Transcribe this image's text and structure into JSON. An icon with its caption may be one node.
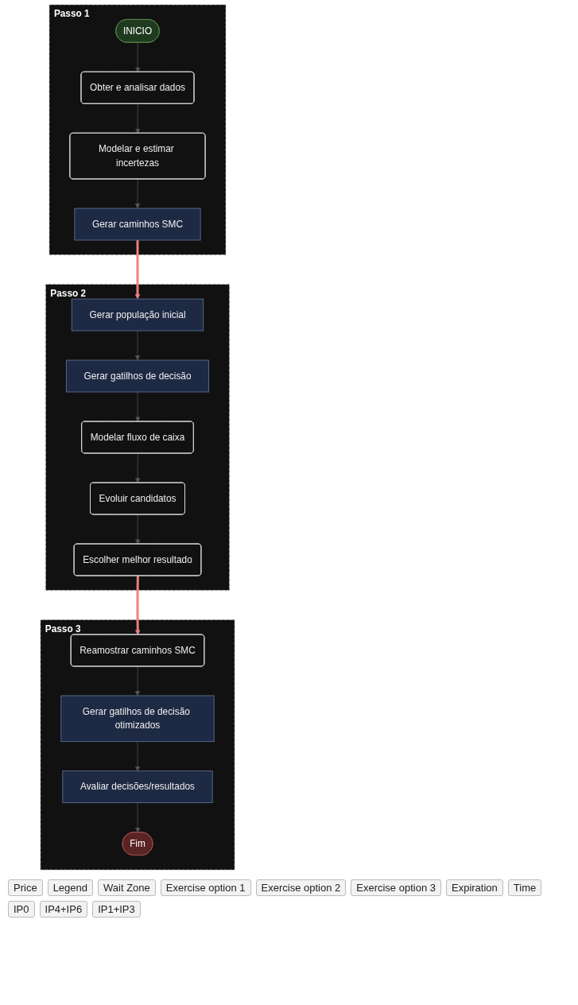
{
  "diagram": {
    "nodes": [
      {
        "text": [
          "Passo 1"
        ]
      },
      {
        "text": [
          "INICIO"
        ],
        "in": 0
      },
      {
        "text": [
          "Obter e analisar dados"
        ],
        "in": 0
      },
      {
        "text": [
          "Modelar e estimar incertezas"
        ],
        "in": 0
      },
      {
        "text": [
          "Gerar caminhos SMC"
        ],
        "in": 0
      },
      {
        "text": [
          "Passo 2"
        ]
      },
      {
        "text": [
          "Gerar população inicial"
        ],
        "in": 5
      },
      {
        "text": [
          "Gerar gatilhos de decisão"
        ],
        "in": 5
      },
      {
        "text": [
          "Modelar fluxo de caixa"
        ],
        "in": 5
      },
      {
        "text": [
          "Evoluir candidatos"
        ],
        "in": 5
      },
      {
        "text": [
          "Escolher melhor resultado"
        ],
        "in": 5
      },
      {
        "text": [
          "Passo 3"
        ]
      },
      {
        "text": [
          "Reamostrar caminhos SMC"
        ],
        "in": 11
      },
      {
        "text": [
          "Gerar gatilhos de decisão otimizados"
        ],
        "in": 11
      },
      {
        "text": [
          "Avaliar decisões/resultados"
        ],
        "in": 11
      },
      {
        "text": [
          "Fim"
        ],
        "in": 11
      }
    ],
    "edges": [
      {
        "from": 1,
        "to": 2,
        "arrow": "to"
      },
      {
        "from": 2,
        "to": 3,
        "arrow": "to"
      },
      {
        "from": 3,
        "to": 4,
        "arrow": "to"
      },
      {
        "from": 4,
        "to": 6,
        "arrow": "to",
        "style": "thick",
        "color": "#f08080"
      },
      {
        "from": 6,
        "to": 7,
        "arrow": "to"
      },
      {
        "from": 7,
        "to": 8,
        "arrow": "to"
      },
      {
        "from": 8,
        "to": 9,
        "arrow": "to"
      },
      {
        "from": 9,
        "to": 10,
        "arrow": "to"
      },
      {
        "from": 10,
        "to": 12,
        "arrow": "to",
        "style": "thick",
        "color": "#f08080"
      },
      {
        "from": 12,
        "to": 13,
        "arrow": "to"
      },
      {
        "from": 13,
        "to": 14,
        "arrow": "to"
      },
      {
        "from": 14,
        "to": 15,
        "arrow": "to"
      }
    ],
    "labels": [
      "Price",
      "Legend",
      "Wait Zone",
      "Exercise option 1",
      "Exercise option 2",
      "Exercise option 3",
      "Expiration",
      "Time",
      "IP0",
      "IP4+IP6",
      "IP1+IP3"
    ]
  }
}
